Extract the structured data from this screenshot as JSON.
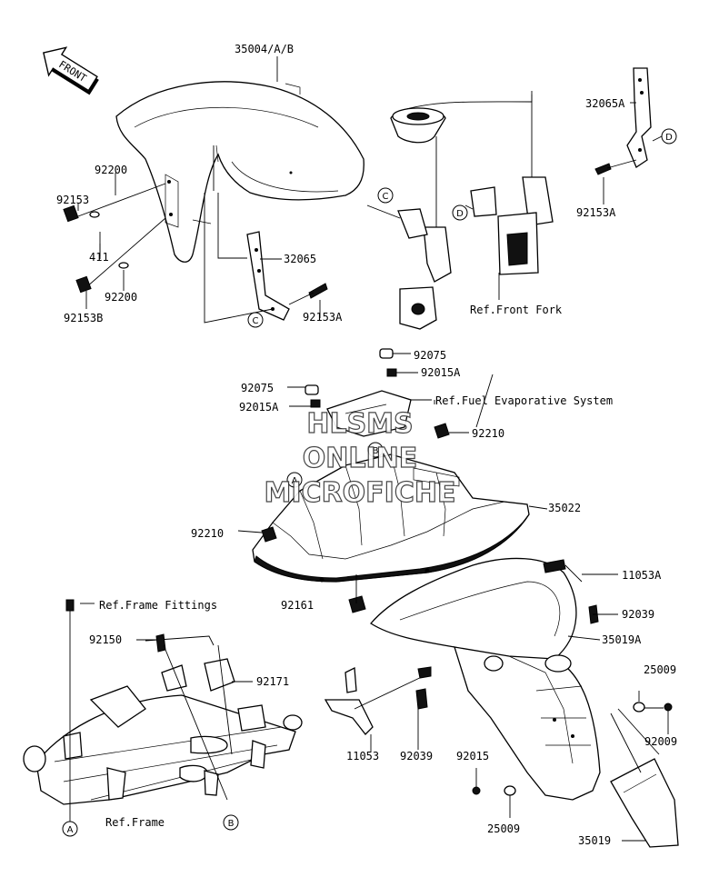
{
  "labels": {
    "p35004": "35004/A/B",
    "p32065A": "32065A",
    "p92200a": "92200",
    "p92153": "92153",
    "p411": "411",
    "p92200b": "92200",
    "p92153B": "92153B",
    "p32065": "32065",
    "p92153A_a": "92153A",
    "p92153A_b": "92153A",
    "ref_front_fork": "Ref.Front Fork",
    "p92075_a": "92075",
    "p92015A_a": "92015A",
    "p92075_b": "92075",
    "p92015A_b": "92015A",
    "ref_fuel": "Ref.Fuel Evaporative System",
    "p92210_a": "92210",
    "p35022": "35022",
    "p92210_b": "92210",
    "p11053A": "11053A",
    "ref_frame_fittings": "Ref.Frame Fittings",
    "p92161": "92161",
    "p92039_a": "92039",
    "p35019A": "35019A",
    "p92150": "92150",
    "p92171": "92171",
    "p25009_a": "25009",
    "p92009": "92009",
    "p11053": "11053",
    "p92039_b": "92039",
    "p92015": "92015",
    "p25009_b": "25009",
    "ref_frame": "Ref.Frame",
    "p35019": "35019"
  },
  "callouts": {
    "A": "A",
    "B": "B",
    "C": "C",
    "D": "D"
  },
  "front_arrow": "FRONT",
  "watermark": {
    "line1": "HLSMS",
    "line2": "ONLINE",
    "line3": "MICROFICHE"
  }
}
